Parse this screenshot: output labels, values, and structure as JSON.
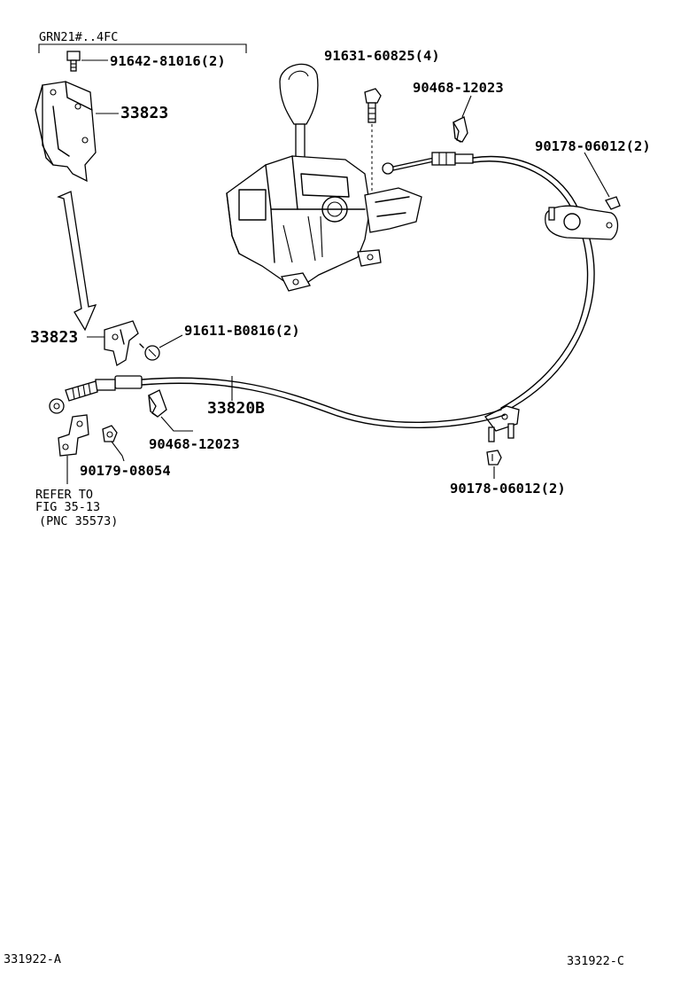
{
  "header_note": "GRN21#..4FC",
  "parts": {
    "bolt_bracket": "91642-81016(2)",
    "bracket_upper": "33823",
    "bracket_lower": "33823",
    "screw": "91611-B0816(2)",
    "bolt_shifter": "91631-60825(4)",
    "clip_upper": "90468-12023",
    "nut_upper": "90178-06012(2)",
    "cable": "33820B",
    "clip_lower": "90468-12023",
    "nut_small": "90179-08054",
    "nut_lower": "90178-06012(2)"
  },
  "refer": {
    "line1": "REFER TO",
    "line2": "FIG 35-13",
    "line3": "(PNC 35573)"
  },
  "footer": {
    "left": "331922-A",
    "right": "331922-C"
  }
}
